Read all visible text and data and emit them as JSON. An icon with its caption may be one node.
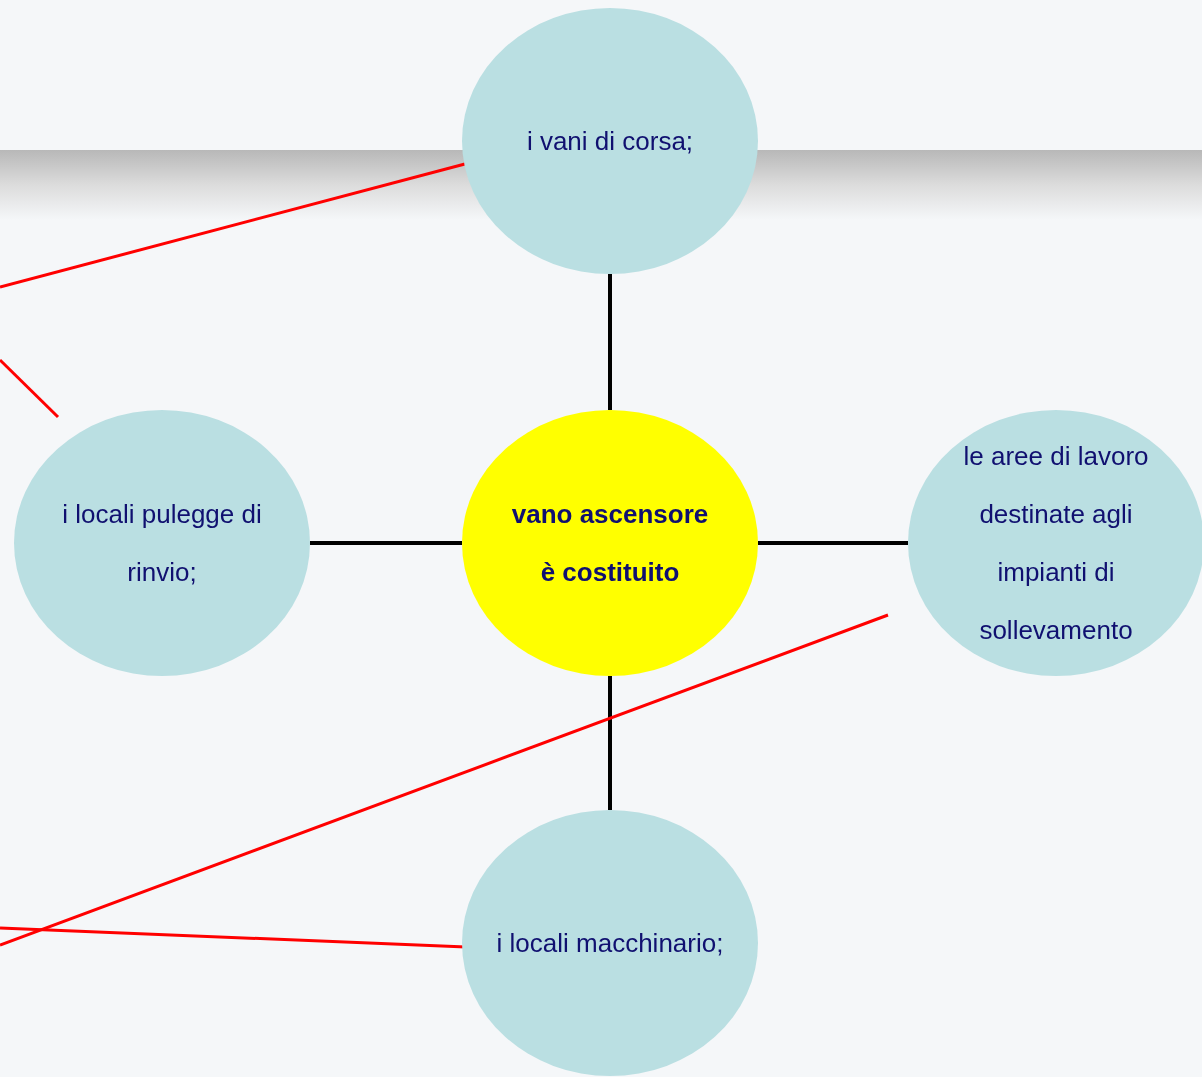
{
  "diagram": {
    "nodes": [
      {
        "text": [
          "i vani di corsa;"
        ]
      },
      {
        "text": [
          "i locali pulegge di rinvio;"
        ]
      },
      {
        "text": [
          "vano ascensore è costituito"
        ]
      },
      {
        "text": [
          "le aree di lavoro destinate agli impianti di sollevamento"
        ]
      },
      {
        "text": [
          "i locali macchinario;"
        ]
      }
    ],
    "edges": [
      {
        "from": 2,
        "to": 0,
        "arrow": "none"
      },
      {
        "from": 2,
        "to": 1,
        "arrow": "none"
      },
      {
        "from": 2,
        "to": 3,
        "arrow": "none"
      },
      {
        "from": 2,
        "to": 4,
        "arrow": "none"
      },
      {
        "from": 0,
        "to": null,
        "arrow": "none",
        "color": "#ff0000"
      },
      {
        "from": 1,
        "to": null,
        "arrow": "none",
        "color": "#ff0000"
      },
      {
        "from": 3,
        "to": null,
        "arrow": "none",
        "color": "#ff0000"
      },
      {
        "from": 4,
        "to": null,
        "arrow": "none",
        "color": "#ff0000"
      }
    ]
  }
}
